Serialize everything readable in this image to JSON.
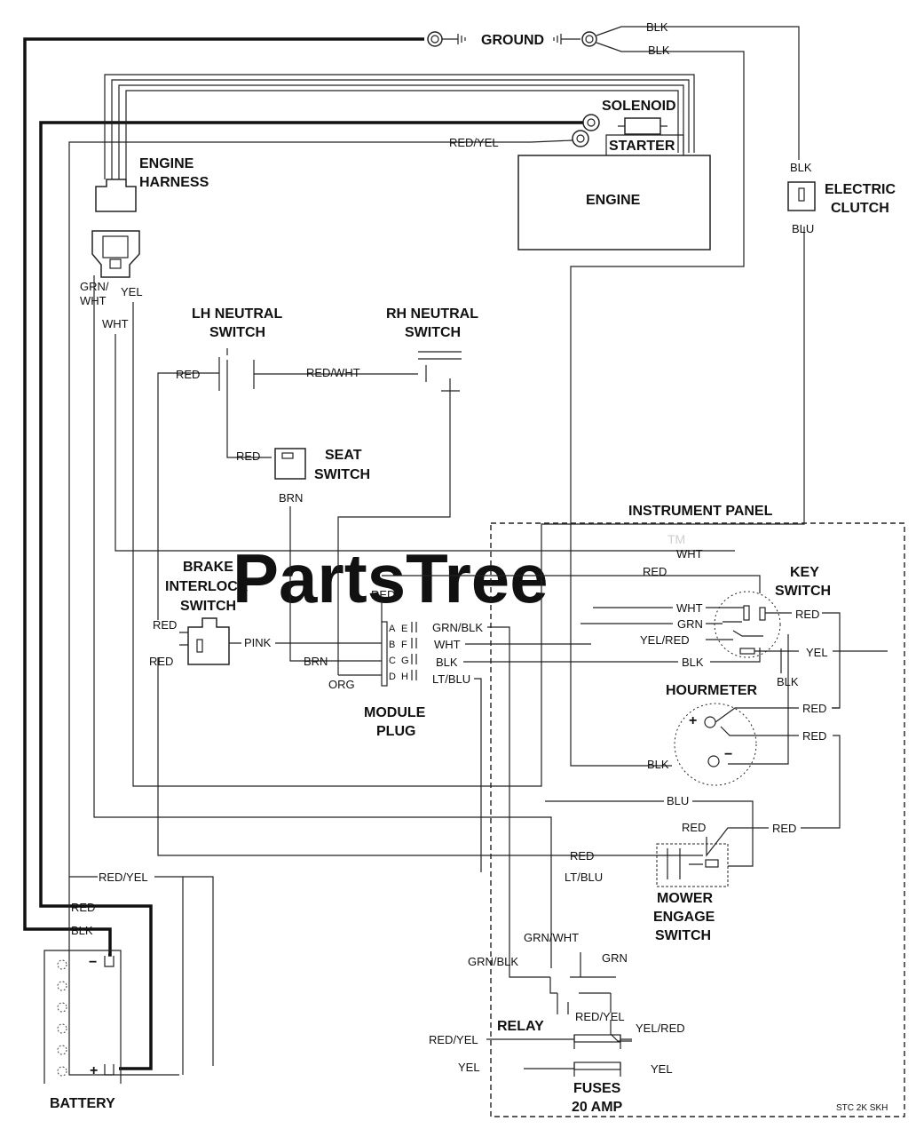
{
  "watermark": {
    "text": "PartsTree",
    "tm": "TM"
  },
  "components": {
    "ground": "GROUND",
    "solenoid": "SOLENOID",
    "starter": "STARTER",
    "engine": "ENGINE",
    "engine_harness": [
      "ENGINE",
      "HARNESS"
    ],
    "electric_clutch": [
      "ELECTRIC",
      "CLUTCH"
    ],
    "lh_neutral_switch": [
      "LH NEUTRAL",
      "SWITCH"
    ],
    "rh_neutral_switch": [
      "RH NEUTRAL",
      "SWITCH"
    ],
    "seat_switch": [
      "SEAT",
      "SWITCH"
    ],
    "brake_interlock_switch": [
      "BRAKE",
      "INTERLOCK",
      "SWITCH"
    ],
    "module_plug": [
      "MODULE",
      "PLUG"
    ],
    "instrument_panel": "INSTRUMENT PANEL",
    "key_switch": [
      "KEY",
      "SWITCH"
    ],
    "hourmeter": "HOURMETER",
    "mower_engage_switch": [
      "MOWER",
      "ENGAGE",
      "SWITCH"
    ],
    "relay": "RELAY",
    "fuses": [
      "FUSES",
      "20 AMP"
    ],
    "battery": "BATTERY"
  },
  "wire_labels": {
    "blk_ground_1": "BLK",
    "blk_ground_2": "BLK",
    "red_yel_solenoid": "RED/YEL",
    "blk_clutch": "BLK",
    "blu_clutch": "BLU",
    "grn_wht_harness": "GRN/\nWHT",
    "yel_harness": "YEL",
    "wht_harness": "WHT",
    "red_lh": "RED",
    "red_wht": "RED/WHT",
    "red_seat": "RED",
    "brn_seat": "BRN",
    "wht_panel": "WHT",
    "red_panel": "RED",
    "red_module": "RED",
    "red_brake": "RED",
    "red_brake_2": "RED",
    "pink": "PINK",
    "brn_module": "BRN",
    "org": "ORG",
    "grn_blk": "GRN/BLK",
    "wht_module": "WHT",
    "blk_module": "BLK",
    "lt_blu": "LT/BLU",
    "wht_key": "WHT",
    "grn_key": "GRN",
    "yel_red_key": "YEL/RED",
    "blk_key": "BLK",
    "red_key": "RED",
    "yel_key": "YEL",
    "blk_hour": "BLK",
    "red_hour_1": "RED",
    "red_hour_2": "RED",
    "blk_hour_2": "BLK",
    "blu_mower": "BLU",
    "red_mower_1": "RED",
    "red_mower_2": "RED",
    "red_mower_3": "RED",
    "lt_blu_mower": "LT/BLU",
    "red_yel_left": "RED/YEL",
    "red_batt": "RED",
    "blk_batt": "BLK",
    "grn_wht_relay": "GRN/WHT",
    "grn_blk_relay": "GRN/BLK",
    "grn_relay": "GRN",
    "red_yel_relay": "RED/YEL",
    "red_yel_fuse": "RED/YEL",
    "yel_red_fuse": "YEL/RED",
    "yel_fuse_left": "YEL",
    "yel_fuse_right": "YEL"
  },
  "module_pins": {
    "left": [
      "A",
      "B",
      "C",
      "D"
    ],
    "right": [
      "E",
      "F",
      "G",
      "H"
    ]
  },
  "hourmeter_polarity": {
    "plus": "+",
    "minus": "−"
  },
  "battery_polarity": {
    "minus": "−",
    "plus": "+"
  },
  "drawing_code": "STC 2K SKH"
}
